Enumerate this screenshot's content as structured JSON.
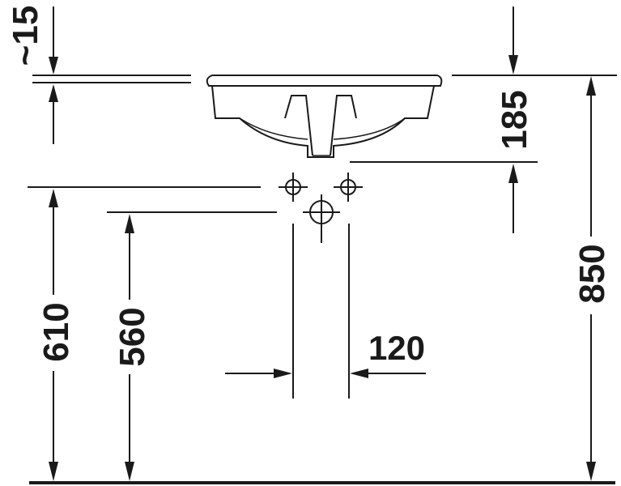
{
  "dimensions": {
    "rim_thickness": "~15",
    "basin_depth": "185",
    "total_height": "850",
    "supply_height": "610",
    "waste_height": "560",
    "waste_pipe_width": "120"
  }
}
